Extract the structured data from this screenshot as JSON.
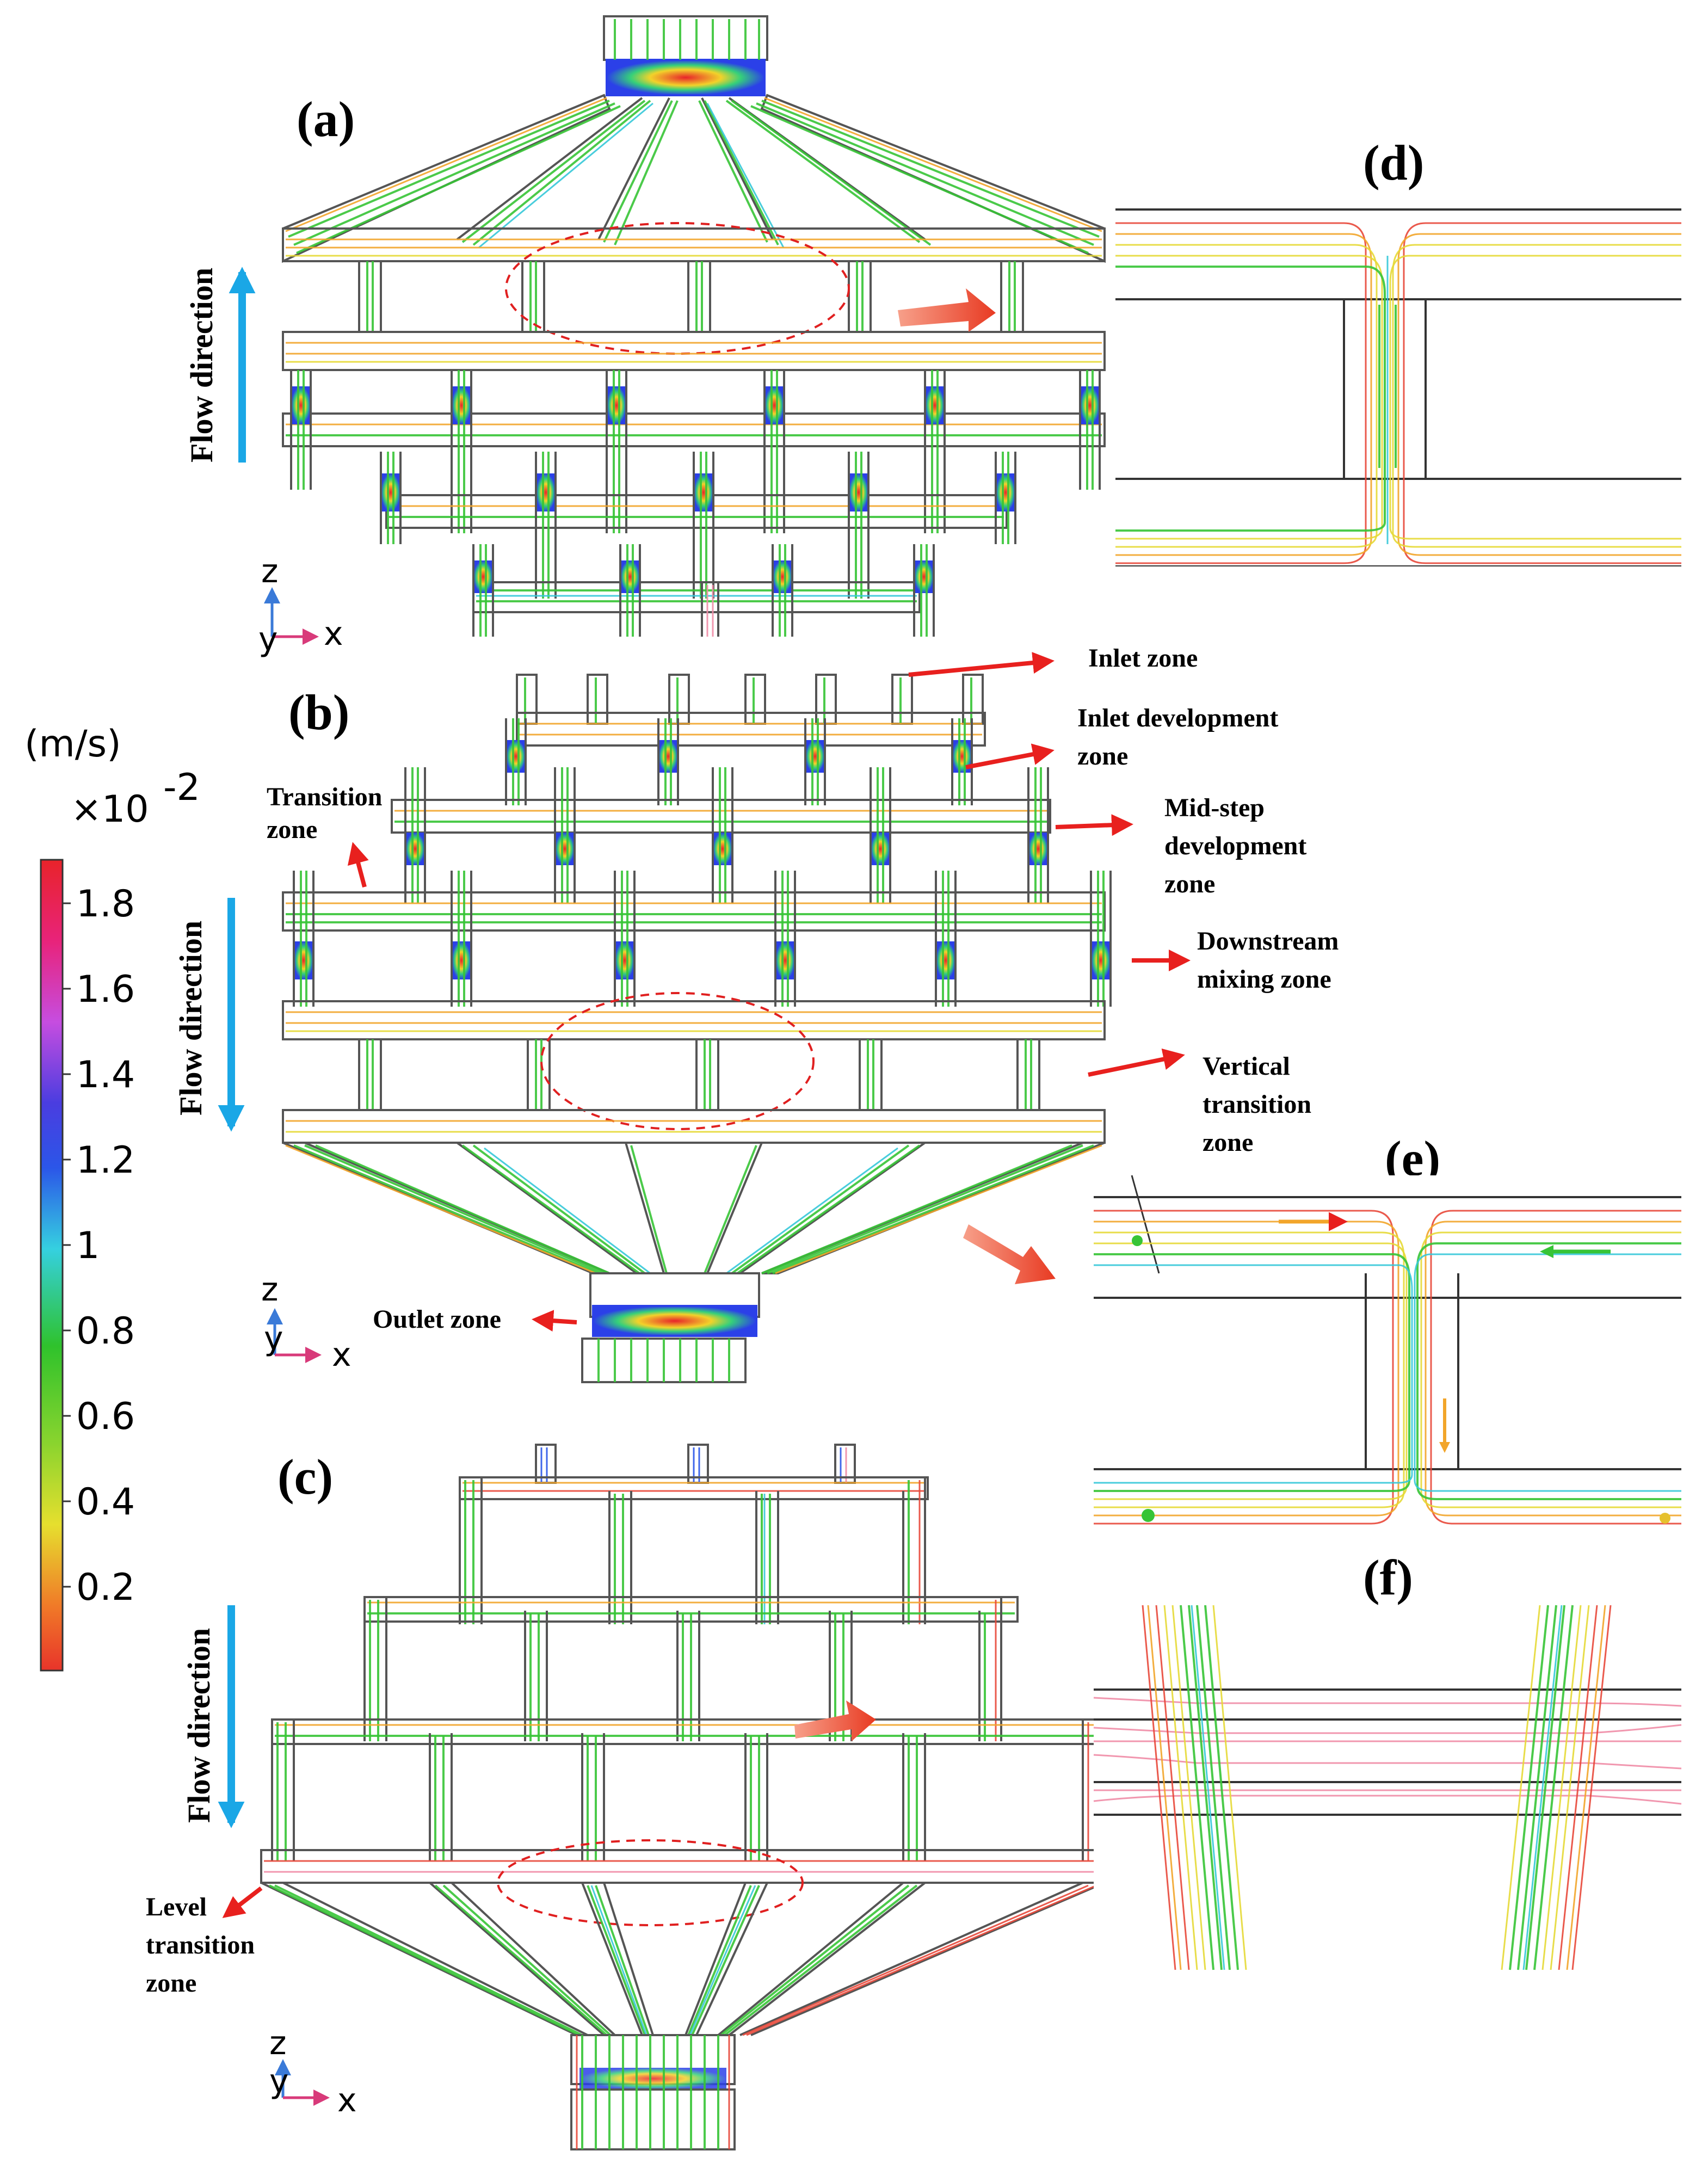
{
  "panels": {
    "a": "(a)",
    "b": "(b)",
    "c": "(c)",
    "d": "(d)",
    "e": "(e)",
    "f": "(f)"
  },
  "flow_direction": "Flow direction",
  "axes": {
    "z": "z",
    "y": "y",
    "x": "x"
  },
  "colorbar": {
    "unit": "(m/s)",
    "scale_base": "×10",
    "scale_exp": "-2",
    "ticks": [
      "1.8",
      "1.6",
      "1.4",
      "1.2",
      "1",
      "0.8",
      "0.6",
      "0.4",
      "0.2"
    ],
    "colors": [
      "#e8232a",
      "#e8237a",
      "#c64de0",
      "#6a3de0",
      "#2b40e8",
      "#2b8ae8",
      "#35d0e0",
      "#35d07a",
      "#2fc22c",
      "#8ad42e",
      "#e6df2e",
      "#f2b82a",
      "#f07a28",
      "#e8342a"
    ]
  },
  "annotations": {
    "inlet_zone": "Inlet zone",
    "inlet_development_1": "Inlet development",
    "inlet_development_2": "zone",
    "transition_1": "Transition",
    "transition_2": "zone",
    "mid_step_1": "Mid-step",
    "mid_step_2": "development",
    "mid_step_3": "zone",
    "downstream_1": "Downstream",
    "downstream_2": "mixing zone",
    "vertical_1": "Vertical",
    "vertical_2": "transition",
    "vertical_3": "zone",
    "outlet_zone": "Outlet zone",
    "level_1": "Level",
    "level_2": "transition",
    "level_3": "zone"
  },
  "arrow_colors": {
    "annotation": "#e8201e",
    "flow": "#1aa7e6",
    "zoom": "#f05a3c"
  }
}
